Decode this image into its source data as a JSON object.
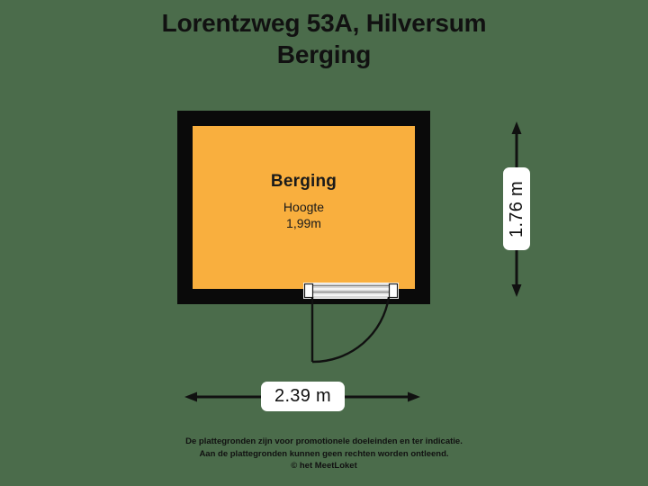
{
  "colors": {
    "background": "#4b6c4b",
    "wall": "#0a0a0a",
    "room_fill": "#f9af3e",
    "text": "#111111",
    "label_bg": "#ffffff",
    "door_frame": "#ffffff",
    "door_leaf": "#c9c9c9"
  },
  "title": {
    "line1": "Lorentzweg 53A, Hilversum",
    "line2": "Berging"
  },
  "room": {
    "name": "Berging",
    "height_label": "Hoogte",
    "height_value": "1,99m"
  },
  "dimensions": {
    "vertical": "1.76 m",
    "horizontal": "2.39 m"
  },
  "door": {
    "icon": "door-swing-icon"
  },
  "disclaimer": {
    "line1": "De plattegronden zijn voor promotionele doeleinden en ter indicatie.",
    "line2": "Aan de plattegronden kunnen geen rechten worden ontleend.",
    "line3": "© het MeetLoket"
  }
}
